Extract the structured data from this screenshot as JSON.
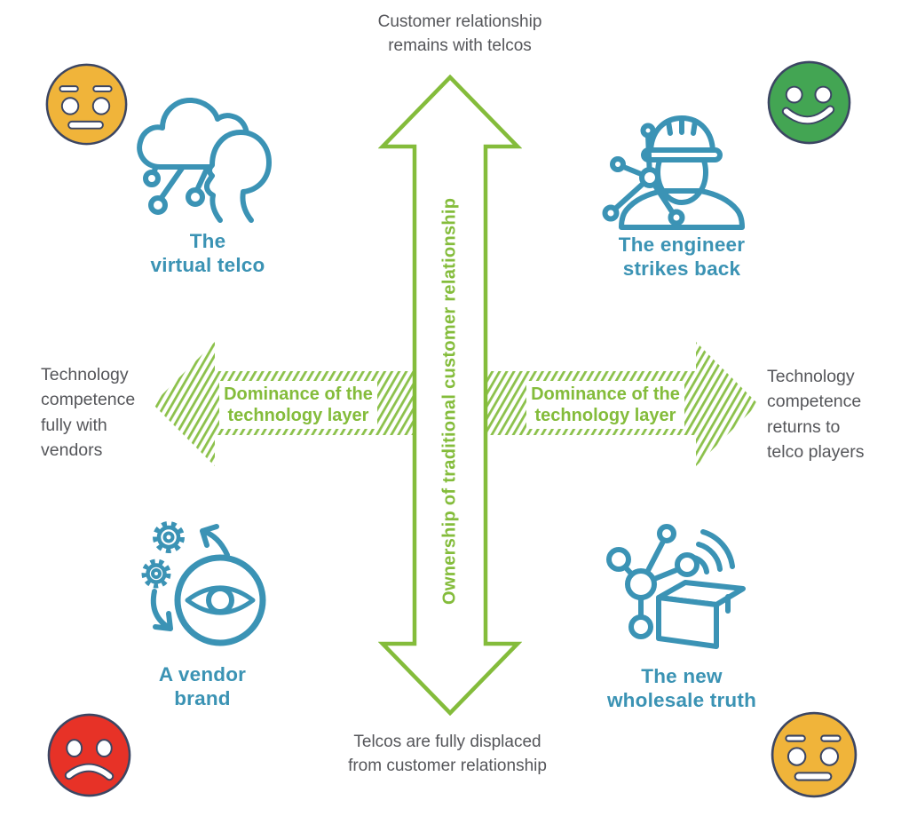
{
  "title": "Telco future scenarios matrix",
  "colors": {
    "green": "#84BC3B",
    "teal": "#3B93B5",
    "gray": "#55565A",
    "navy": "#3C4663",
    "mood_yellow": "#F0B43A",
    "mood_green": "#43A553",
    "mood_red": "#E73227"
  },
  "axes": {
    "top_label": "Customer relationship\nremains with telcos",
    "bottom_label": "Telcos are fully displaced\nfrom customer relationship",
    "left_label": "Technology\ncompetence\nfully with\nvendors",
    "right_label": "Technology\ncompetence\nreturns to\ntelco players",
    "vertical_axis_label": "Ownership of traditional customer relationship",
    "horizontal_label_left": "Dominance of the\ntechnology layer",
    "horizontal_label_right": "Dominance of the\ntechnology layer"
  },
  "quadrants": {
    "top_left": {
      "label": "The\nvirtual telco",
      "icon": "cloud-head-network-icon",
      "mood": "neutral",
      "mood_color": "#F0B43A"
    },
    "top_right": {
      "label": "The engineer\nstrikes back",
      "icon": "engineer-hardhat-network-icon",
      "mood": "happy",
      "mood_color": "#43A553"
    },
    "bottom_left": {
      "label": "A vendor\nbrand",
      "icon": "gears-eye-cycle-icon",
      "mood": "sad",
      "mood_color": "#E73227"
    },
    "bottom_right": {
      "label": "The new\nwholesale truth",
      "icon": "molecule-box-wireless-icon",
      "mood": "neutral",
      "mood_color": "#F0B43A"
    }
  }
}
